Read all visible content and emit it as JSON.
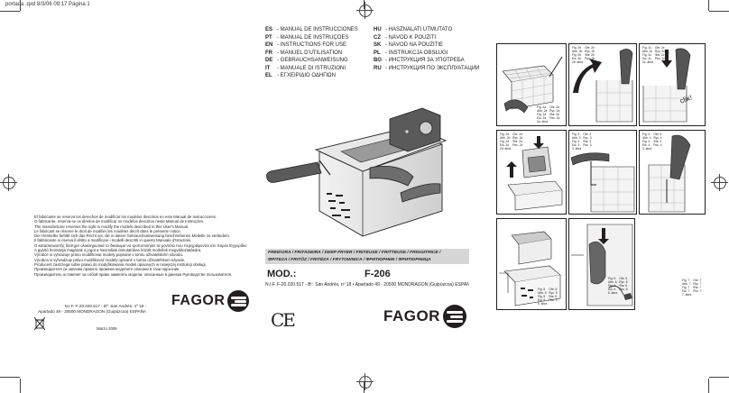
{
  "header": {
    "file_line": "portada .qxd   8/3/06   09:17   Página 1"
  },
  "legal": {
    "lines": [
      "El fabricante se reserva los derechos de modificar los modelos descritos en este Manual de Instrucciones.",
      "O fabricante, reserva-se os direitos de modificar os modelos descritos neste Manual de Instruções.",
      "The manufacturer reserves the right to modify the models described in this User's Manual.",
      "Le fabricant se réserve le droit de modifier les modèles décrit dans le présente notice.",
      "Der Hersteller behält sich das Recht vor, die in dieser Gebrauchsanweisung beschriebenen Modelle zu verändern.",
      "Il fabbricante si riserva il diritto a modificare i modelli descritti in questo Manuale d'Istruzioni.",
      "O κατασκευαστής διατηρεί ολοκληρωτικά το δικαίωμα να τροποποιήσει τα μοντέλα που περιγράφονται στο παρόν Εγχειρίδιο Οδηγιών",
      "A gyártó fenntartja magának a jogot a használati útmutatóban közölt modellek megváltoztatására.",
      "Výrobce si vyhrazuje právo modifikovat modely popsané v tomto uživatelském návodu.",
      "Výrobca si vyhradzuje právo modifikovať modely opísané v tomto užívateľskom návode.",
      "Producent zastrzega sobie prawo do modyfikowania modeli opisanych w niniejszej instrukcji obsługi.",
      "Производителя си запазва правото промени моделите описани в тази наръчник.",
      "Производитель оставляет за собой право заменять модели, описанные в данном Руководстве пользователя."
    ]
  },
  "left_address": {
    "line1": "N.I.F. F-20.020.517 - Bº. San Andrés, nº 18 -",
    "line2": "Apartado 49 - 20500 MONDRAGON (Guipúzcoa) ESPAÑA",
    "date": "Marzo 2006"
  },
  "brand": {
    "name": "FAGOR"
  },
  "languages": {
    "left": [
      {
        "code": "ES",
        "title": "MANUAL DE INSTRUCCIONES"
      },
      {
        "code": "PT",
        "title": "MANUAL DE INSTRUÇÕES"
      },
      {
        "code": "EN",
        "title": "INSTRUCTIONS FOR USE"
      },
      {
        "code": "FR",
        "title": "MANUEL D'UTILISATION"
      },
      {
        "code": "DE",
        "title": "GEBRAUCHSANWEISUNG"
      },
      {
        "code": "IT",
        "title": "MANUALE DI ISTRUZIONI"
      },
      {
        "code": "EL",
        "title": "ΕΓΧΕΙΡΙΔΙΟ ΟΔΗΓΙΩΝ"
      }
    ],
    "right": [
      {
        "code": "HU",
        "title": "HASZNÁLATI ÚTMUTATÓ"
      },
      {
        "code": "CZ",
        "title": "NÁVOD K POUŽITÍ"
      },
      {
        "code": "SK",
        "title": "NÁVOD NA POUŽITIE"
      },
      {
        "code": "PL",
        "title": "INSTRUKCJA OBSŁUGI"
      },
      {
        "code": "BG",
        "title": "ИНСТРУКЦИЯ ЗА УПОТРЕБА"
      },
      {
        "code": "RU",
        "title": "ИНСТРУКЦИЯ ПО ЭКСПЛУАТАЦИИ"
      }
    ]
  },
  "product_bar": {
    "line1": "FREIDORA / FRITADEIRA / DEEP FRYER / FRITEUSE / FRITTEUSE / FRIGGITRICE /",
    "line2": "ΦΡΙΤΕΖΑ / FRITŐZ / FRITÉZA / FRYTOWNICA / ФРИТЮРНИК / ФРИТЮРНИЦА"
  },
  "model": {
    "label": "MOD.:",
    "number": "F-206"
  },
  "bottom_address": "N.I.F. F-20.020.517 - Bº. San Andrés, nº 18 • Apartado 49 · 20500 MONDRAGON (Guipúzcoa) ESPAÑA",
  "ce_mark": "CE",
  "panels": {
    "p1": [
      [
        "Fig. 2a",
        "Obr. 2a"
      ],
      [
        "Abb. 2a",
        "Ryc. 2a"
      ],
      [
        "Fig. 2a",
        "Фиг. 2a"
      ],
      [
        "Εικ. 2a",
        "Рис. 2a"
      ],
      [
        "2a. ábra",
        ""
      ]
    ],
    "p2a": [
      [
        "Fig. 2b",
        "Obr. 2b"
      ],
      [
        "Abb. 2b",
        "Ryc. 2b"
      ],
      [
        "Fig. 2b",
        "Фиг. 2b"
      ],
      [
        "Εικ. 2b",
        "Рис. 2b"
      ],
      [
        "2b. ábra",
        ""
      ]
    ],
    "p2b": [
      [
        "Fig. 2c",
        "Obr. 2c"
      ],
      [
        "Abb. 2c",
        "Ryc. 2c"
      ],
      [
        "Fig. 2c",
        "Фиг. 2c"
      ],
      [
        "Εικ. 2c",
        "Рис. 2c"
      ],
      [
        "2c. ábra",
        ""
      ]
    ],
    "p3": [
      [
        "Fig. 2d",
        "Obr. 2d"
      ],
      [
        "Abb. 2d",
        "Ryc. 2d"
      ],
      [
        "Fig. 2d",
        "Фиг. 2d"
      ],
      [
        "Εικ. 2d",
        "Рис. 2d"
      ],
      [
        "2d. ábra",
        ""
      ]
    ],
    "p4": [
      [
        "Fig. 3",
        "Obr. 3"
      ],
      [
        "Abb. 3",
        "Ryc. 3"
      ],
      [
        "Fig. 3",
        "Фиг. 3"
      ],
      [
        "Εικ. 3",
        "Рис. 3"
      ],
      [
        "3. ábra",
        ""
      ]
    ],
    "p5": [
      [
        "Fig. 4",
        "Obr. 4"
      ],
      [
        "Abb. 4",
        "Ryc. 4"
      ],
      [
        "Fig. 4",
        "Фиг. 4"
      ],
      [
        "Εικ. 4",
        "Рис. 4"
      ],
      [
        "4. ábra",
        ""
      ]
    ],
    "p6": [
      [
        "Fig. 5",
        "Obr. 5"
      ],
      [
        "Abb. 5",
        "Ryc. 5"
      ],
      [
        "Fig. 5",
        "Фиг. 5"
      ],
      [
        "Εικ. 5",
        "Рис. 5"
      ],
      [
        "5. ábra",
        ""
      ]
    ],
    "p7": [
      [
        "Fig. 6",
        "Obr. 6"
      ],
      [
        "Abb. 6",
        "Ryc. 6"
      ],
      [
        "Fig. 6",
        "Фиг. 6"
      ],
      [
        "Εικ. 6",
        "Рис. 6"
      ],
      [
        "6. ábra",
        ""
      ]
    ],
    "p8": [
      [
        "Fig. 7",
        "Obr. 7"
      ],
      [
        "Abb. 7",
        "Ryc. 7"
      ],
      [
        "Fig. 7",
        "Фиг. 7"
      ],
      [
        "Εικ. 7",
        "Рис. 7"
      ],
      [
        "7. ábra",
        ""
      ]
    ],
    "click_text": "clik!"
  }
}
